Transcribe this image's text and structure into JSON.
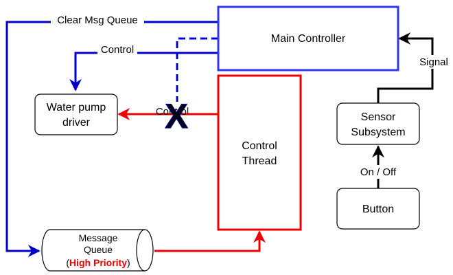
{
  "colors": {
    "blue": "#0000cc",
    "red": "#ee0000",
    "black": "#000000",
    "x_fill": "#3333cc"
  },
  "nodes": {
    "main_controller": {
      "label": "Main Controller"
    },
    "control_thread": {
      "line1": "Control",
      "line2": "Thread"
    },
    "water_pump": {
      "line1": "Water pump",
      "line2": "driver"
    },
    "sensor": {
      "line1": "Sensor",
      "line2": "Subsystem"
    },
    "button": {
      "label": "Button"
    },
    "message_queue": {
      "line1": "Message",
      "line2": "Queue",
      "paren_open": "(",
      "priority": "High Priority",
      "paren_close": ")"
    }
  },
  "edges": {
    "clear_msg_queue": {
      "label": "Clear Msg Queue"
    },
    "control_to_pump": {
      "label": "Control"
    },
    "thread_to_pump": {
      "label": "Control"
    },
    "signal": {
      "label": "Signal"
    },
    "on_off": {
      "label": "On / Off"
    }
  },
  "icons": {
    "blocked": "X"
  }
}
